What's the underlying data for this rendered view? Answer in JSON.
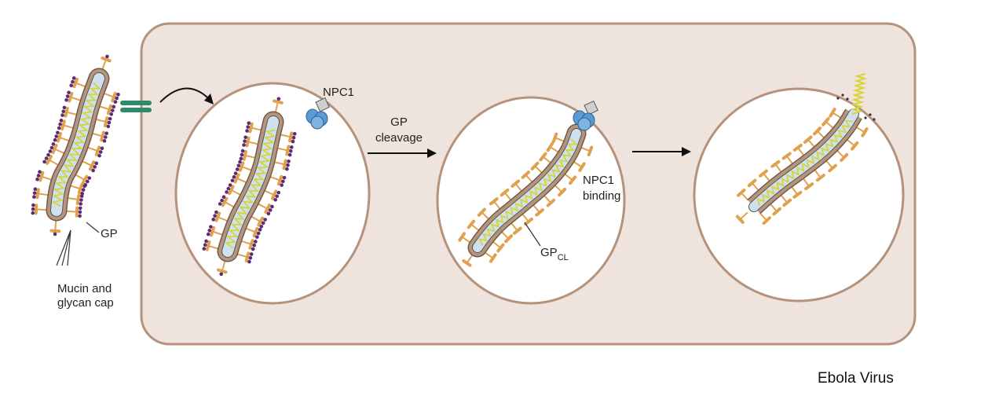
{
  "labels": {
    "gp": "GP",
    "mucin_line1": "Mucin and",
    "mucin_line2": "glycan cap",
    "npc1": "NPC1",
    "gp_cleavage_line1": "GP",
    "gp_cleavage_line2": "cleavage",
    "npc1_binding_line1": "NPC1",
    "npc1_binding_line2": "binding",
    "gpcl_main": "GP",
    "gpcl_sub": "CL"
  },
  "caption": "Ebola Virus",
  "colors": {
    "cell": "#efe3dd",
    "cell_border": "#b4927c",
    "membrane": "#b7957c",
    "virion_interior": "#cfe1ee",
    "rna": "#d6d43a",
    "spike": "#e0a14e",
    "glycan": "#5e2c72",
    "npc1": "#5b9bd5",
    "receptor": "#2e8b6a"
  }
}
